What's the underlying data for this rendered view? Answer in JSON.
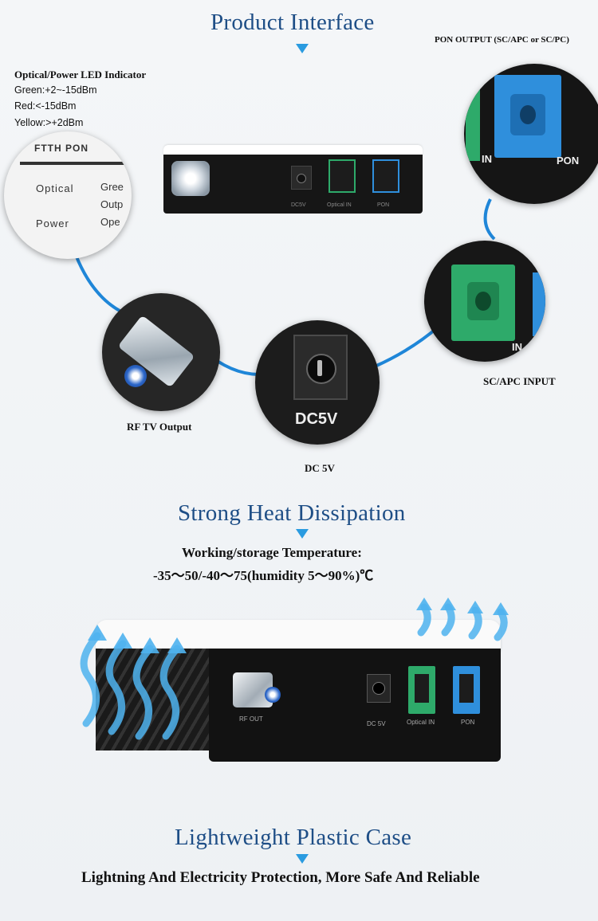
{
  "sections": {
    "interface": {
      "title": "Product Interface",
      "pon_output_label": "PON OUTPUT (SC/APC or SC/PC)",
      "led_title": "Optical/Power  LED Indicator",
      "led_green": "Green:+2~-15dBm",
      "led_red": "Red:<-15dBm",
      "led_yellow": "Yellow:>+2dBm",
      "rf_label": "RF TV Output",
      "dc_label": "DC 5V",
      "sc_input_label": "SC/APC INPUT"
    },
    "heat": {
      "title": "Strong Heat Dissipation",
      "temp_line1": "Working/storage Temperature:",
      "temp_line2": "-35～50/-40～75(humidity 5～90%)℃"
    },
    "case": {
      "title": "Lightweight Plastic Case",
      "subtitle": "Lightning And Electricity Protection, More Safe And Reliable"
    }
  },
  "device_text": {
    "panel_header": "FTTH PON",
    "panel_optical": "Optical",
    "panel_power": "Power",
    "panel_green": "Gree",
    "panel_outp": "Outp",
    "panel_ope": "Ope",
    "zoom_in": "IN",
    "zoom_pon": "PON",
    "zoom_dc": "DC5V",
    "port_rf": "RF OUT",
    "port_dc": "DC 5V",
    "port_optical": "Optical IN",
    "port_pon": "PON",
    "top_port_dc": "DC5V",
    "top_port_optical": "Optical IN",
    "top_port_pon": "PON"
  },
  "icons": [
    "arrow-down-icon",
    "heat-arrow-icon"
  ],
  "colors": {
    "title_blue": "#1e4e86",
    "arrow_blue": "#2a9be0",
    "cable_blue": "#1f86d8",
    "sc_blue": "#2f8fdc",
    "sc_green": "#2eaa6a"
  }
}
